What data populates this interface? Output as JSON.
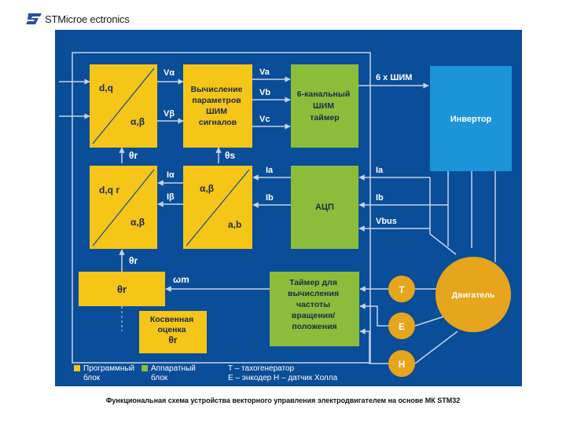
{
  "header": {
    "brand_text": "STMicroe ectronics",
    "logo_lettering": "ST"
  },
  "colors": {
    "panel": "#0a4d98",
    "software": "#f5c518",
    "hardware": "#8cbd3a",
    "inverter": "#1b95d8",
    "motor": "#e6a51c",
    "line": "#c8d3e6"
  },
  "blocks": {
    "dq_top": {
      "top": "d,q",
      "bottom": "α,β"
    },
    "pwm_calc": {
      "lines": [
        "Вычисление",
        "параметров",
        "ШИМ",
        "сигналов"
      ]
    },
    "pwm6": {
      "lines": [
        "6-канальный",
        "ШИМ",
        "таймер"
      ]
    },
    "inverter": {
      "label": "Инвертор"
    },
    "dq_bottom": {
      "top": "d,q r",
      "bottom": "α,β"
    },
    "ab_conv": {
      "top": "α,β",
      "bottom": "a,b"
    },
    "adc": {
      "label": "АЦП"
    },
    "theta_r": {
      "label": "θr"
    },
    "timer": {
      "lines": [
        "Таймер для",
        "вычисления",
        "частоты",
        "вращения/",
        "положения"
      ]
    },
    "indirect": {
      "lines": [
        "Косвенная",
        "оценка",
        "θr"
      ]
    },
    "motor": {
      "label": "Двигатель"
    },
    "sensors": {
      "t": "T",
      "e": "E",
      "h": "H"
    }
  },
  "signals": {
    "v_alpha": "Vα",
    "v_beta": "Vβ",
    "va": "Va",
    "vb": "Vb",
    "vc": "Vc",
    "pwm6x": "6 x ШИМ",
    "theta_r_top": "θr",
    "theta_s": "θs",
    "theta_r_mid": "θr",
    "i_alpha": "Iα",
    "i_beta": "Iβ",
    "ia_left": "Ia",
    "ib_left": "Ib",
    "ia_right": "Ia",
    "ib_right": "Ib",
    "vbus": "Vbus",
    "omega_m": "ωm"
  },
  "legend": {
    "software": [
      "Программный",
      "блок"
    ],
    "hardware": [
      "Аппаратный",
      "блок"
    ],
    "sensors": [
      "T – тахогенератор",
      "E – энкодер  H – датчик Холла"
    ]
  },
  "caption": "Функциональная схема устройства векторного управления электродвигателем на основе МК STM32"
}
